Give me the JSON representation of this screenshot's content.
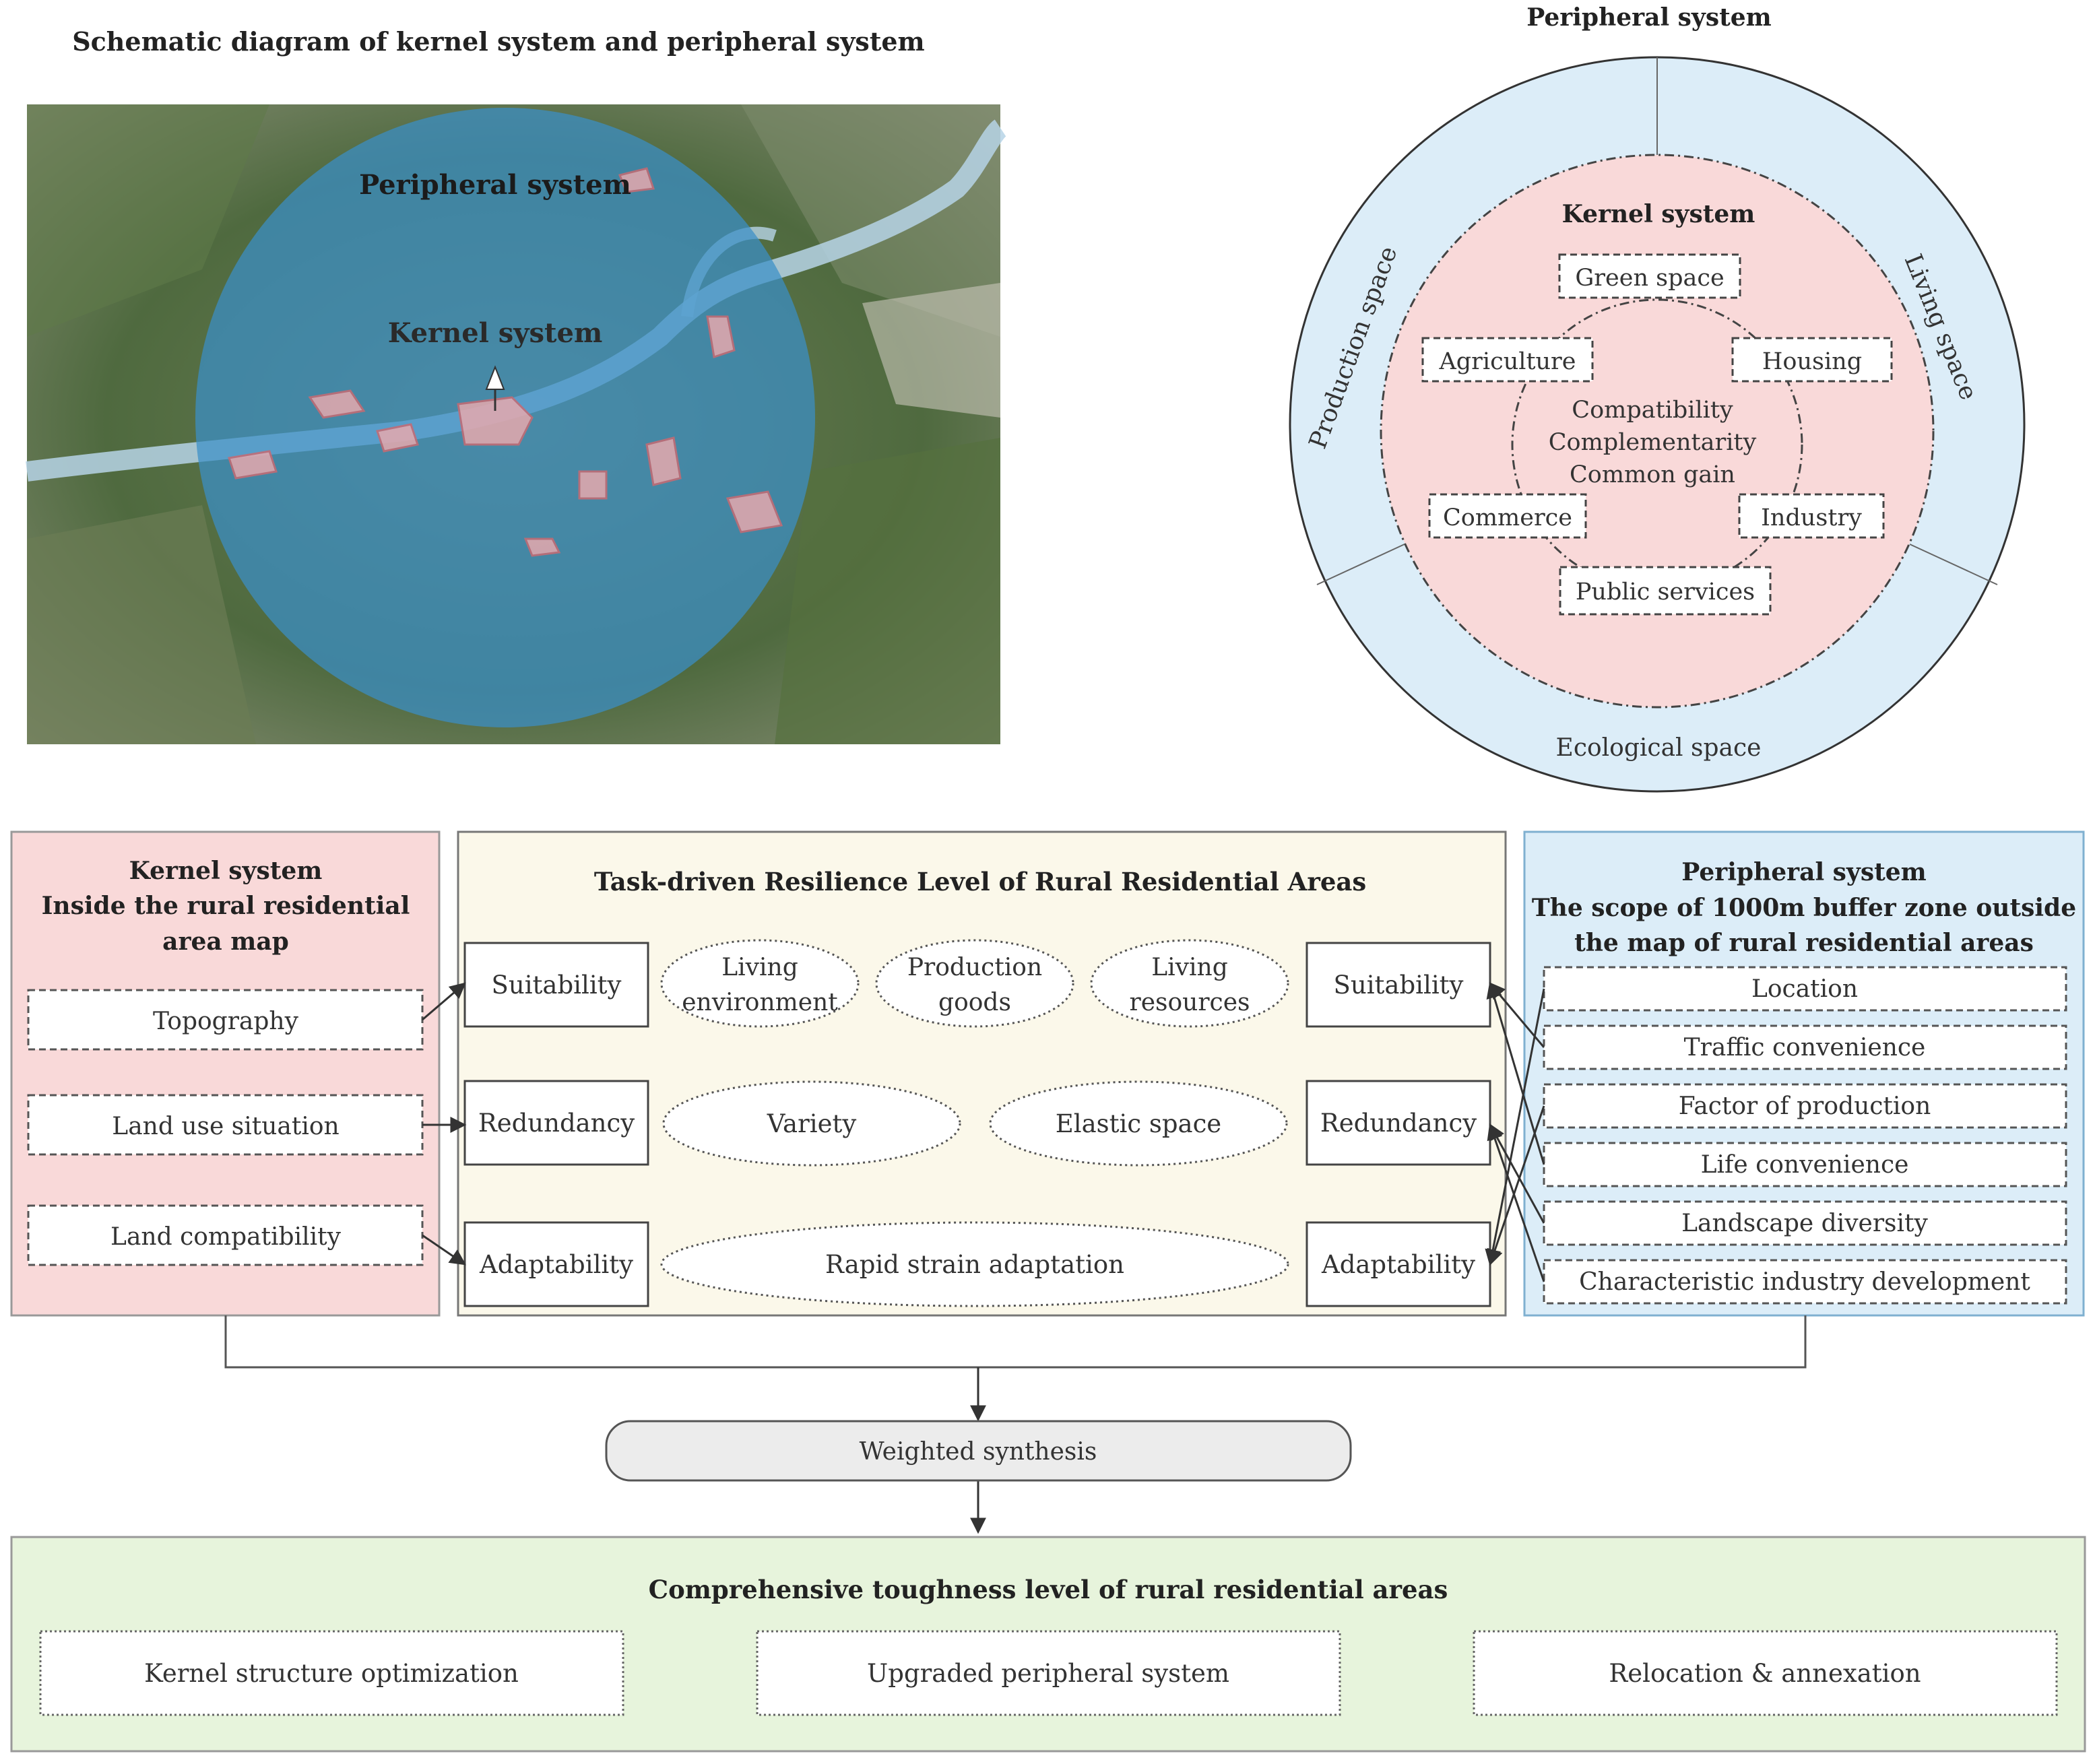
{
  "top_left": {
    "title": "Schematic diagram of kernel system and peripheral system",
    "map_labels": {
      "peripheral": "Peripheral system",
      "kernel": "Kernel system"
    }
  },
  "circle_diagram": {
    "outer_title": "Peripheral system",
    "kernel_title": "Kernel system",
    "sectors": {
      "production": "Production space",
      "living": "Living space",
      "ecological": "Ecological space"
    },
    "items": {
      "green_space": "Green space",
      "agriculture": "Agriculture",
      "housing": "Housing",
      "commerce": "Commerce",
      "industry": "Industry",
      "public_services": "Public services"
    },
    "center": {
      "line1": "Compatibility",
      "line2": "Complementarity",
      "line3": "Common gain"
    }
  },
  "kernel_panel": {
    "title1": "Kernel system",
    "title2": "Inside the rural residential",
    "title3": "area map",
    "items": [
      "Topography",
      "Land use situation",
      "Land compatibility"
    ]
  },
  "task_panel": {
    "title": "Task-driven Resilience Level of Rural Residential Areas",
    "left_boxes": [
      "Suitability",
      "Redundancy",
      "Adaptability"
    ],
    "right_boxes": [
      "Suitability",
      "Redundancy",
      "Adaptability"
    ],
    "ellipses": {
      "living_env": [
        "Living",
        "environment"
      ],
      "production_goods": [
        "Production",
        "goods"
      ],
      "living_res": [
        "Living",
        "resources"
      ],
      "variety": "Variety",
      "elastic": "Elastic space",
      "rapid": "Rapid strain adaptation"
    }
  },
  "peripheral_panel": {
    "title1": "Peripheral system",
    "title2": "The scope of 1000m buffer zone outside",
    "title3": "the map of rural residential areas",
    "items": [
      "Location",
      "Traffic convenience",
      "Factor of production",
      "Life convenience",
      "Landscape diversity",
      "Characteristic industry development"
    ]
  },
  "synthesis": {
    "label": "Weighted synthesis"
  },
  "bottom_panel": {
    "title": "Comprehensive toughness level of rural residential areas",
    "items": [
      "Kernel structure optimization",
      "Upgraded peripheral system",
      "Relocation & annexation"
    ]
  },
  "colors": {
    "kernel_pink": "#f9d9d9",
    "peripheral_blue": "#dcedf8",
    "task_cream": "#fbf8ea",
    "bottom_green": "#e7f4dc",
    "synthesis_grey": "#ececec",
    "overlay_blue": "#3a8fc7"
  }
}
